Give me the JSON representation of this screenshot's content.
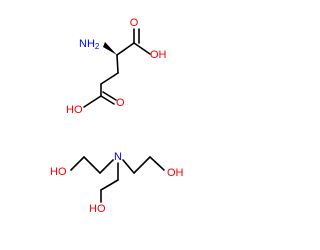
{
  "colors": {
    "background": "#ffffff",
    "bond": "#000000",
    "oxygen": "#ff0000",
    "nitrogen": "#0000ff"
  },
  "glutamic_acid": {
    "amino_label": "NH2",
    "amino_main": "NH",
    "amino_subscript": "2",
    "alpha_acid": {
      "hydroxyl_label": "OH",
      "carbonyl_label": "O"
    },
    "side_chain_acid": {
      "hydroxyl_label": "HO",
      "carbonyl_label": "O"
    }
  },
  "triethanolamine": {
    "nitrogen_label": "N",
    "arm_left_hydroxyl": "HO",
    "arm_right_hydroxyl": "OH",
    "arm_bottom_hydroxyl": "HO"
  }
}
